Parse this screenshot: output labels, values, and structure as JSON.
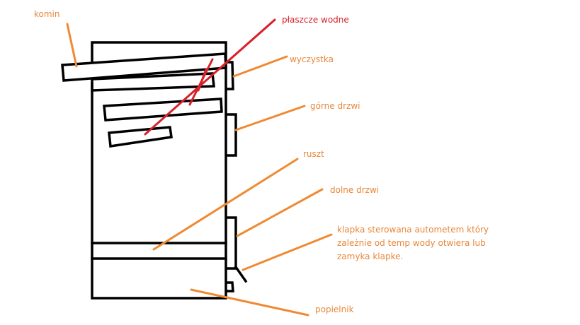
{
  "colors": {
    "outline": "#000000",
    "leader": "#ef8a33",
    "water_jacket": "#d8202a",
    "label_orange": "#e8873a",
    "label_red": "#d8202a",
    "background": "#ffffff"
  },
  "labels": {
    "komin": "komin",
    "plaszcze_wodne": "płaszcze wodne",
    "wyczystka": "wyczystka",
    "gorne_drzwi": "górne drzwi",
    "ruszt": "ruszt",
    "dolne_drzwi": "dolne drzwi",
    "klapka_line1": "klapka sterowana autometem który",
    "klapka_line2": "zależnie od temp wody otwiera lub",
    "klapka_line3": "zamyka klapke.",
    "popielnik": "popielnik"
  }
}
